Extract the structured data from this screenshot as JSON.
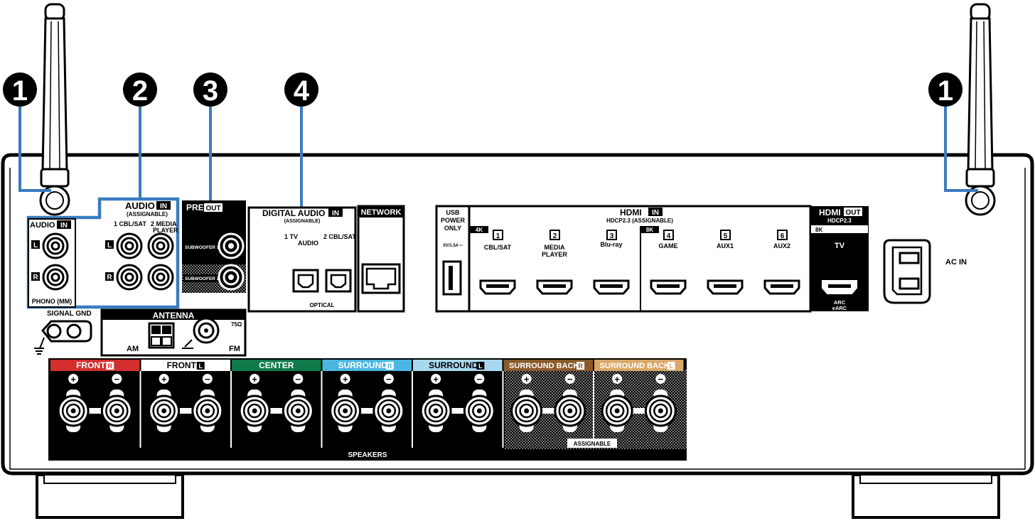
{
  "callouts": {
    "antenna": "1",
    "audio_in": "2",
    "pre_out": "3",
    "digital_audio": "4"
  },
  "audio_in_top": {
    "title": "AUDIO",
    "badge": "IN",
    "sub": "(ASSIGNABLE)",
    "col1": "1 CBL/SAT",
    "col2": "2  MEDIA",
    "col2b": "PLAYER",
    "L": "L",
    "R": "R"
  },
  "phono": {
    "title": "AUDIO",
    "badge": "IN",
    "label": "PHONO (MM)",
    "L": "L",
    "R": "R"
  },
  "signal_gnd": "SIGNAL GND",
  "pre_out": {
    "title": "PRE",
    "badge": "OUT",
    "sw1": "SUBWOOFER 1",
    "sw2": "SUBWOOFER 2"
  },
  "antenna": {
    "title": "ANTENNA",
    "am": "AM",
    "fm": "FM",
    "ohm": "75Ω"
  },
  "digital_audio": {
    "title": "DIGITAL AUDIO",
    "badge": "IN",
    "sub": "(ASSIGNABLE)",
    "in1a": "1   TV",
    "in1b": "AUDIO",
    "in2": "2 CBL/SAT",
    "optical": "OPTICAL"
  },
  "network": "NETWORK",
  "usb": {
    "l1": "USB",
    "l2": "POWER",
    "l3": "ONLY",
    "rating": "5V/1.5A ═"
  },
  "hdmi_in": {
    "title": "HDMI",
    "badge": "IN",
    "sub": "HDCP2.3  (ASSIGNABLE)",
    "res4k": "4K",
    "res8k": "8K",
    "inputs": [
      {
        "num": "1",
        "l1": "CBL/SAT",
        "l2": ""
      },
      {
        "num": "2",
        "l1": "MEDIA",
        "l2": "PLAYER"
      },
      {
        "num": "3",
        "l1": "Blu-ray",
        "l2": ""
      },
      {
        "num": "4",
        "l1": "GAME",
        "l2": ""
      },
      {
        "num": "5",
        "l1": "AUX1",
        "l2": ""
      },
      {
        "num": "6",
        "l1": "AUX2",
        "l2": ""
      }
    ]
  },
  "hdmi_out": {
    "title": "HDMI",
    "badge": "OUT",
    "sub": "HDCP2.3",
    "res": "8K",
    "tv": "TV",
    "arc1": "ARC",
    "arc2": "eARC"
  },
  "ac_in": "AC IN",
  "speakers": {
    "footer": "SPEAKERS",
    "assignable": "ASSIGNABLE",
    "plus": "+",
    "minus": "−",
    "channels": [
      {
        "name": "FRONT",
        "badge": "R",
        "color": "#d32f2f"
      },
      {
        "name": "FRONT",
        "badge": "L",
        "color": "#ffffff"
      },
      {
        "name": "CENTER",
        "badge": "",
        "color": "#0e7a4a"
      },
      {
        "name": "SURROUND",
        "badge": "R",
        "color": "#4bb6e0"
      },
      {
        "name": "SURROUND",
        "badge": "L",
        "color": "#a9d8ee"
      },
      {
        "name": "SURROUND BACK",
        "badge": "R",
        "color": "#8a5a2b"
      },
      {
        "name": "SURROUND BACK",
        "badge": "L",
        "color": "#d9a869"
      }
    ]
  },
  "colors": {
    "callout_line": "#3a7bbf",
    "panel": "#000000"
  }
}
